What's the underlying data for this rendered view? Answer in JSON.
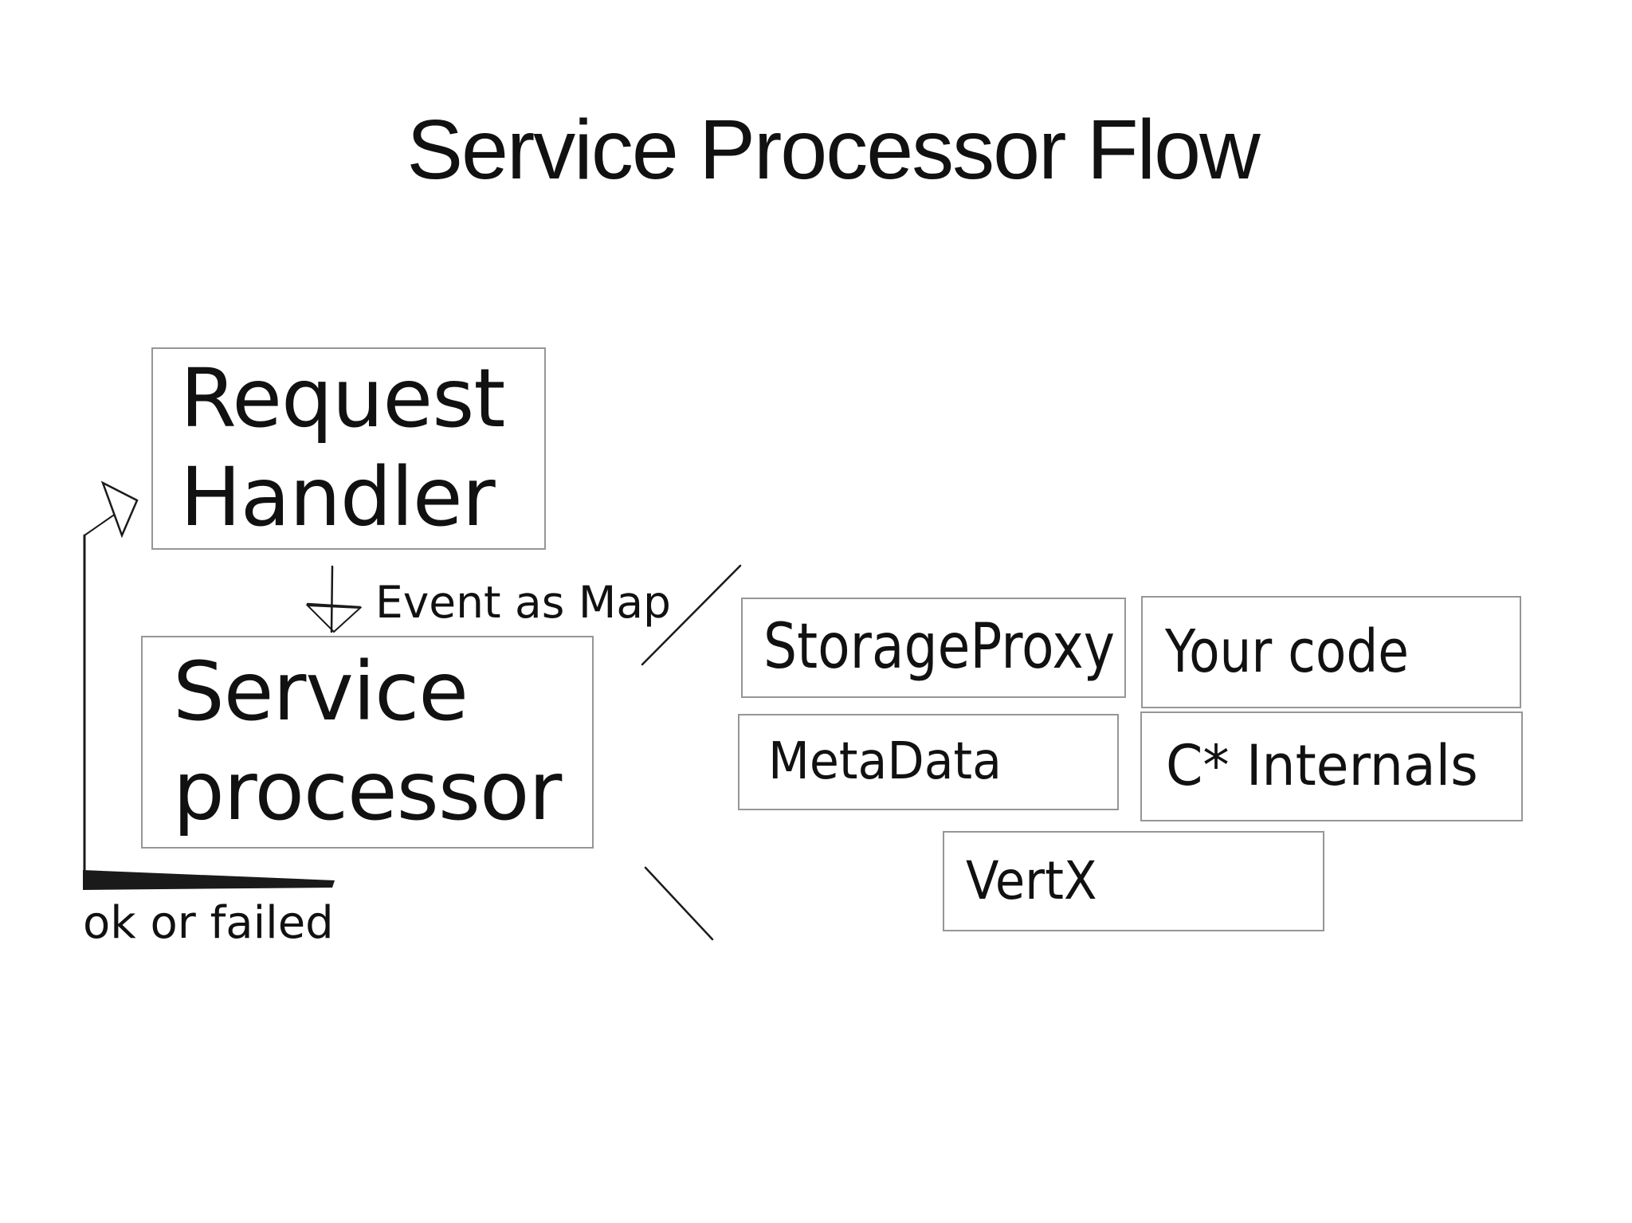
{
  "title": "Service Processor Flow",
  "nodes": {
    "request_handler": {
      "line1": "Request",
      "line2": "Handler"
    },
    "service_processor": {
      "line1": "Service",
      "line2": "processor"
    },
    "storage_proxy": {
      "label": "StorageProxy"
    },
    "your_code": {
      "label": "Your code"
    },
    "metadata": {
      "label": "MetaData"
    },
    "c_internals": {
      "label": "C* Internals"
    },
    "vertx": {
      "label": "VertX"
    }
  },
  "annotations": {
    "event_as_map": "Event as Map",
    "ok_or_failed": "ok or failed"
  },
  "colors": {
    "line": "#1a1a1a",
    "box_border": "#969696",
    "text": "#111111",
    "background": "#ffffff"
  }
}
